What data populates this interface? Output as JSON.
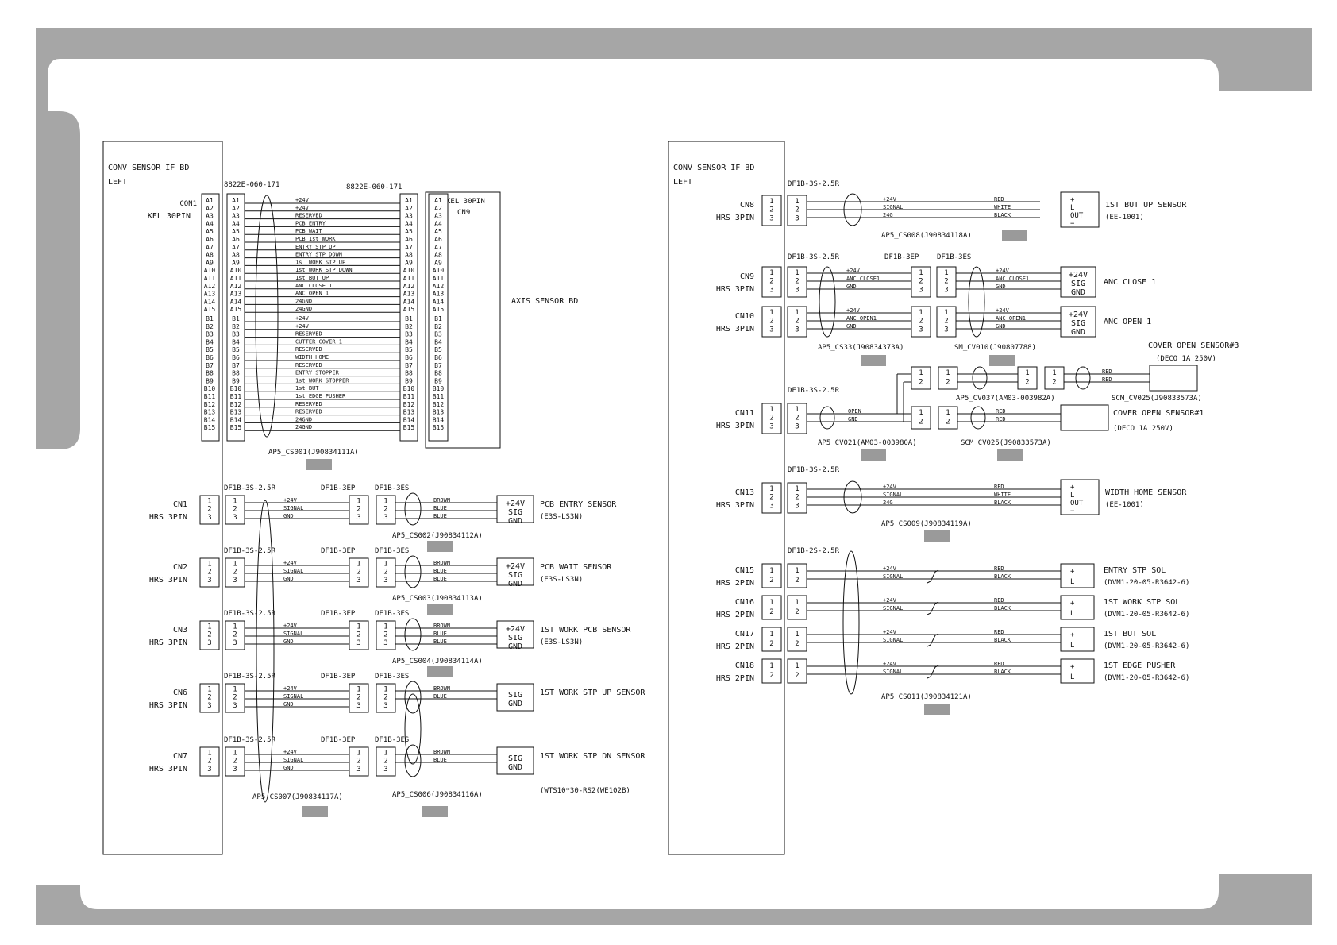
{
  "left_board": {
    "title": "CONV SENSOR IF BD",
    "subtitle": "LEFT"
  },
  "right_board": {
    "title": "CONV SENSOR IF BD",
    "subtitle": "LEFT"
  },
  "axis_board": "AXIS SENSOR BD",
  "cn1_main": {
    "name": "CON1",
    "type": "KEL 30PIN"
  },
  "cn9_main": {
    "type": "KEL 30PIN",
    "name": "CN9"
  },
  "harness_code": "8822E-060-171",
  "pins_a": [
    "A1",
    "A2",
    "A3",
    "A4",
    "A5",
    "A6",
    "A7",
    "A8",
    "A9",
    "A10",
    "A11",
    "A12",
    "A13",
    "A14",
    "A15"
  ],
  "pins_b": [
    "B1",
    "B2",
    "B3",
    "B4",
    "B5",
    "B6",
    "B7",
    "B8",
    "B9",
    "B10",
    "B11",
    "B12",
    "B13",
    "B14",
    "B15"
  ],
  "signals_a": [
    "+24V",
    "+24V",
    "RESERVED",
    "PCB ENTRY",
    "PCB WAIT",
    "PCB 1st WORK",
    "ENTRY STP UP",
    "ENTRY STP DOWN",
    "1s _WORK STP UP",
    "1st WORK STP DOWN",
    "1st BUT UP",
    "ANC CLOSE 1",
    "ANC OPEN 1",
    "24GND",
    "24GND"
  ],
  "signals_b": [
    "+24V",
    "+24V",
    "RESERVED",
    "CUTTER COVER 1",
    "RESERVED",
    "WIDTH HOME",
    "RESERVED",
    "ENTRY STOPPER",
    "1st WORK STOPPER",
    "1st BUT",
    "1st EDGE PUSHER",
    "RESERVED",
    "RESERVED",
    "24GND",
    "24GND"
  ],
  "cable_main": "AP5_CS001(J90834111A)",
  "pins3": [
    "1",
    "2",
    "3"
  ],
  "pins2": [
    "1",
    "2"
  ],
  "conn_labels": {
    "ds3": "DF1B-3S-2.5R",
    "dep": "DF1B-3EP",
    "des": "DF1B-3ES",
    "ds2": "DF1B-2S-2.5R",
    "hrs3": "HRS 3PIN",
    "hrs2": "HRS 2PIN"
  },
  "wires3": [
    "+24V",
    "SIGNAL",
    "GND"
  ],
  "wires3b": [
    "+24V",
    "SIGNAL",
    "24G"
  ],
  "sensor_colors": [
    "BROWN",
    "BLUE",
    "BLUE"
  ],
  "sensor_colors2": [
    "BROWN",
    "BLUE"
  ],
  "rwb": [
    "RED",
    "WHITE",
    "BLACK"
  ],
  "rb": [
    "RED",
    "BLACK"
  ],
  "pins_24v": [
    "+24V",
    "SIG",
    "GND"
  ],
  "pins_sig": [
    "SIG",
    "GND"
  ],
  "pins_l": [
    "+",
    "L",
    "OUT",
    "−"
  ],
  "pins_pl": [
    "+",
    "L"
  ],
  "left_channels": [
    {
      "cn": "CN1",
      "sensor": "PCB ENTRY SENSOR",
      "model": "(E3S-LS3N)",
      "cable": "AP5_CS002(J90834112A)"
    },
    {
      "cn": "CN2",
      "sensor": "PCB WAIT SENSOR",
      "model": "(E3S-LS3N)",
      "cable": "AP5_CS003(J90834113A)"
    },
    {
      "cn": "CN3",
      "sensor": "1ST WORK PCB SENSOR",
      "model": "(E3S-LS3N)",
      "cable": "AP5_CS004(J90834114A)"
    },
    {
      "cn": "CN6",
      "sensor": "1ST WORK STP UP SENSOR"
    },
    {
      "cn": "CN7",
      "sensor": "1ST WORK STP DN SENSOR"
    }
  ],
  "left_extra": {
    "model67": "(WTS10*30-RS2(WE102B)",
    "cable7": "AP5_CS007(J90834117A)",
    "cable6": "AP5_CS006(J90834116A)"
  },
  "right_top": [
    {
      "cn": "CN8",
      "sensor": "1ST BUT UP SENSOR",
      "model": "(EE-1001)",
      "cable": "AP5_CS008(J90834118A)"
    }
  ],
  "anc": [
    {
      "cn": "CN9",
      "wire": "ANC CLOSE1",
      "sensor": "ANC CLOSE 1"
    },
    {
      "cn": "CN10",
      "wire": "ANC OPEN1",
      "sensor": "ANC OPEN 1"
    }
  ],
  "anc_cables": {
    "left": "AP5_CS33(J90834373A)",
    "right": "SM_CV010(J90807788)"
  },
  "cover": {
    "cn": "CN11",
    "sensor3": "COVER OPEN SENSOR#3",
    "model3": "(DECO 1A 250V)",
    "sensor1": "COVER OPEN SENSOR#1",
    "model1": "(DECO 1A 250V)",
    "wires": [
      "OPEN",
      "GND"
    ],
    "cable_a": "AP5_CV037(AM03-003982A)",
    "cable_b": "SCM_CV025(J90833573A)",
    "cable_c": "AP5_CV021(AM03-003980A)",
    "cable_d": "SCM_CV025(J90833573A)",
    "red": [
      "RED",
      "RED"
    ]
  },
  "cn13": {
    "cn": "CN13",
    "sensor": "WIDTH  HOME SENSOR",
    "model": "(EE-1001)",
    "cable": "AP5_CS009(J90834119A)"
  },
  "sols": [
    {
      "cn": "CN15",
      "name": "ENTRY STP SOL",
      "model": "(DVM1-20-05-R3642-6)"
    },
    {
      "cn": "CN16",
      "name": "1ST WORK STP SOL",
      "model": "(DVM1-20-05-R3642-6)"
    },
    {
      "cn": "CN17",
      "name": "1ST BUT SOL",
      "model": "(DVM1-20-05-R3642-6)"
    },
    {
      "cn": "CN18",
      "name": "1ST EDGE PUSHER",
      "model": "(DVM1-20-05-R3642-6)"
    }
  ],
  "sol_wires": [
    "+24V",
    "SIGNAL"
  ],
  "sol_cable": "AP5_CS011(J90834121A)"
}
